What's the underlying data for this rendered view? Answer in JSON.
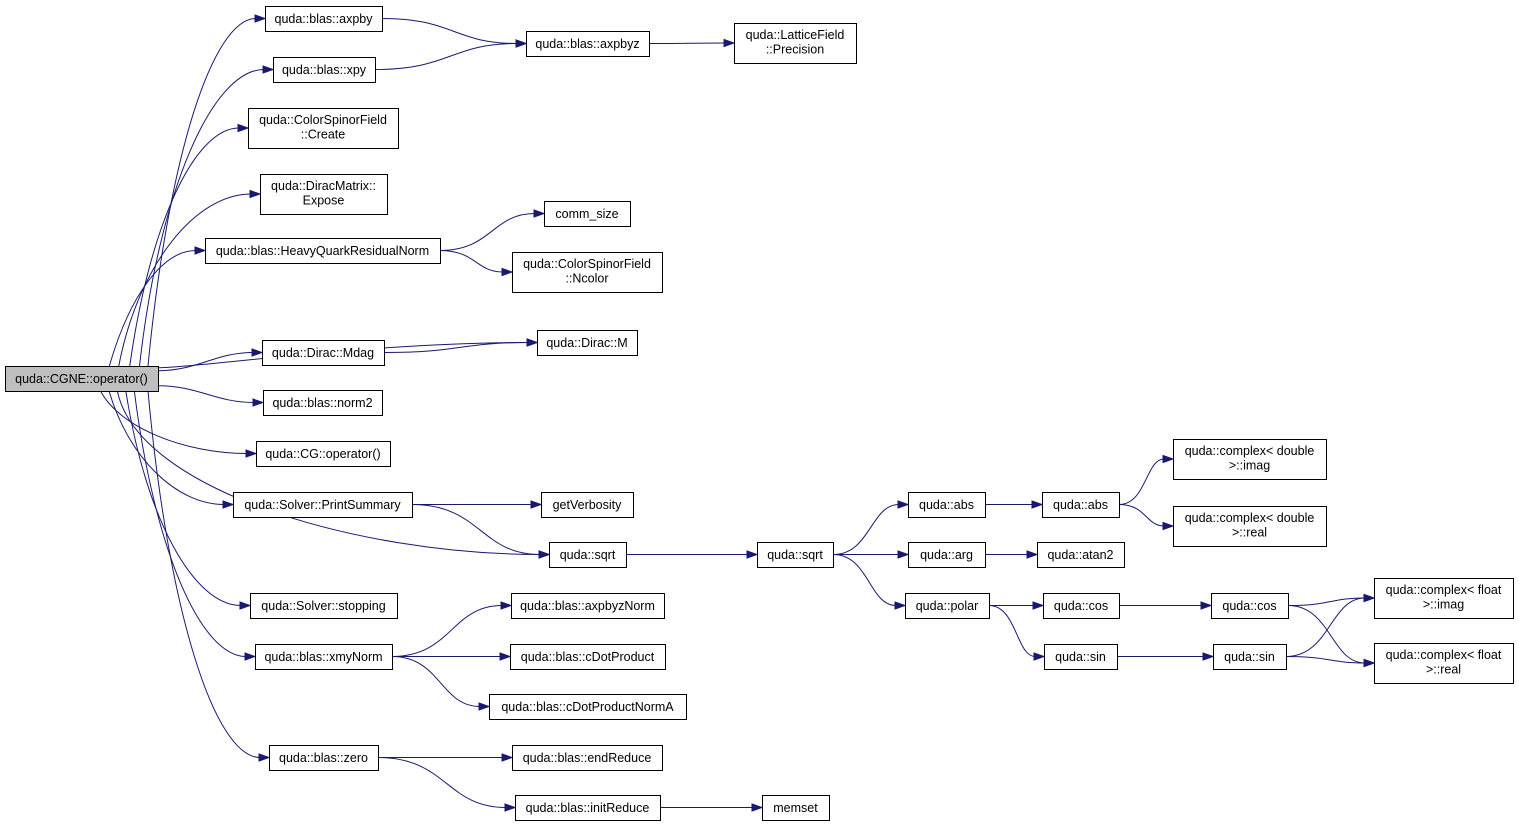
{
  "diagram": {
    "type": "call-graph",
    "edge_color": "#191970",
    "root_fill": "#bfbfbf",
    "nodes": [
      {
        "id": "n0",
        "lines": [
          "quda::CGNE::operator()"
        ]
      },
      {
        "id": "n1",
        "lines": [
          "quda::blas::axpby"
        ]
      },
      {
        "id": "n2",
        "lines": [
          "quda::blas::xpy"
        ]
      },
      {
        "id": "n3",
        "lines": [
          "quda::ColorSpinorField",
          "::Create"
        ]
      },
      {
        "id": "n4",
        "lines": [
          "quda::DiracMatrix::",
          "Expose"
        ]
      },
      {
        "id": "n5",
        "lines": [
          "quda::blas::HeavyQuarkResidualNorm"
        ]
      },
      {
        "id": "n6",
        "lines": [
          "quda::Dirac::Mdag"
        ]
      },
      {
        "id": "n7",
        "lines": [
          "quda::blas::norm2"
        ]
      },
      {
        "id": "n8",
        "lines": [
          "quda::CG::operator()"
        ]
      },
      {
        "id": "n9",
        "lines": [
          "quda::Solver::PrintSummary"
        ]
      },
      {
        "id": "n10",
        "lines": [
          "quda::Solver::stopping"
        ]
      },
      {
        "id": "n11",
        "lines": [
          "quda::blas::xmyNorm"
        ]
      },
      {
        "id": "n12",
        "lines": [
          "quda::blas::zero"
        ]
      },
      {
        "id": "n13",
        "lines": [
          "quda::blas::axpbyz"
        ]
      },
      {
        "id": "n14",
        "lines": [
          "quda::LatticeField",
          "::Precision"
        ]
      },
      {
        "id": "n15",
        "lines": [
          "comm_size"
        ]
      },
      {
        "id": "n16",
        "lines": [
          "quda::ColorSpinorField",
          "::Ncolor"
        ]
      },
      {
        "id": "n17",
        "lines": [
          "quda::Dirac::M"
        ]
      },
      {
        "id": "n18",
        "lines": [
          "getVerbosity"
        ]
      },
      {
        "id": "n19",
        "lines": [
          "quda::sqrt"
        ]
      },
      {
        "id": "n20",
        "lines": [
          "quda::blas::axpbyzNorm"
        ]
      },
      {
        "id": "n21",
        "lines": [
          "quda::blas::cDotProduct"
        ]
      },
      {
        "id": "n22",
        "lines": [
          "quda::blas::cDotProductNormA"
        ]
      },
      {
        "id": "n23",
        "lines": [
          "quda::blas::endReduce"
        ]
      },
      {
        "id": "n24",
        "lines": [
          "quda::blas::initReduce"
        ]
      },
      {
        "id": "n25",
        "lines": [
          "memset"
        ]
      },
      {
        "id": "n26",
        "lines": [
          "quda::sqrt"
        ]
      },
      {
        "id": "n27",
        "lines": [
          "quda::abs"
        ]
      },
      {
        "id": "n28",
        "lines": [
          "quda::arg"
        ]
      },
      {
        "id": "n29",
        "lines": [
          "quda::polar"
        ]
      },
      {
        "id": "n30",
        "lines": [
          "quda::abs"
        ]
      },
      {
        "id": "n31",
        "lines": [
          "quda::atan2"
        ]
      },
      {
        "id": "n32",
        "lines": [
          "quda::cos"
        ]
      },
      {
        "id": "n33",
        "lines": [
          "quda::sin"
        ]
      },
      {
        "id": "n34",
        "lines": [
          "quda::complex< double",
          ">::imag"
        ]
      },
      {
        "id": "n35",
        "lines": [
          "quda::complex< double",
          ">::real"
        ]
      },
      {
        "id": "n36",
        "lines": [
          "quda::cos"
        ]
      },
      {
        "id": "n37",
        "lines": [
          "quda::sin"
        ]
      },
      {
        "id": "n38",
        "lines": [
          "quda::complex< float",
          ">::imag"
        ]
      },
      {
        "id": "n39",
        "lines": [
          "quda::complex< float",
          ">::real"
        ]
      }
    ],
    "edges": [
      [
        "n0",
        "n1"
      ],
      [
        "n0",
        "n2"
      ],
      [
        "n0",
        "n3"
      ],
      [
        "n0",
        "n4"
      ],
      [
        "n0",
        "n5"
      ],
      [
        "n0",
        "n17"
      ],
      [
        "n0",
        "n6"
      ],
      [
        "n0",
        "n7"
      ],
      [
        "n0",
        "n8"
      ],
      [
        "n0",
        "n9"
      ],
      [
        "n0",
        "n19"
      ],
      [
        "n0",
        "n10"
      ],
      [
        "n0",
        "n11"
      ],
      [
        "n0",
        "n12"
      ],
      [
        "n1",
        "n13"
      ],
      [
        "n2",
        "n13"
      ],
      [
        "n13",
        "n14"
      ],
      [
        "n5",
        "n15"
      ],
      [
        "n5",
        "n16"
      ],
      [
        "n6",
        "n17"
      ],
      [
        "n9",
        "n18"
      ],
      [
        "n9",
        "n19"
      ],
      [
        "n19",
        "n26"
      ],
      [
        "n11",
        "n20"
      ],
      [
        "n11",
        "n21"
      ],
      [
        "n11",
        "n22"
      ],
      [
        "n12",
        "n23"
      ],
      [
        "n12",
        "n24"
      ],
      [
        "n24",
        "n25"
      ],
      [
        "n26",
        "n27"
      ],
      [
        "n26",
        "n28"
      ],
      [
        "n26",
        "n29"
      ],
      [
        "n27",
        "n30"
      ],
      [
        "n28",
        "n31"
      ],
      [
        "n29",
        "n32"
      ],
      [
        "n29",
        "n33"
      ],
      [
        "n30",
        "n34"
      ],
      [
        "n30",
        "n35"
      ],
      [
        "n32",
        "n36"
      ],
      [
        "n33",
        "n37"
      ],
      [
        "n36",
        "n38"
      ],
      [
        "n36",
        "n39"
      ],
      [
        "n37",
        "n38"
      ],
      [
        "n37",
        "n39"
      ]
    ]
  }
}
